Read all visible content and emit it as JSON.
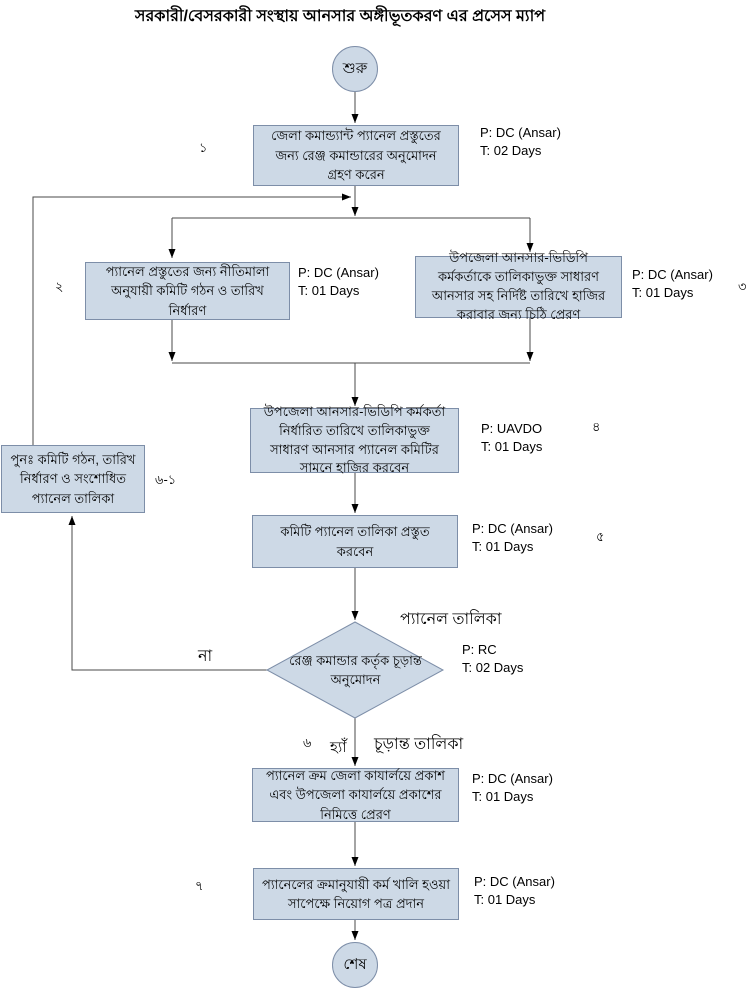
{
  "title": "সরকারী/বেসরকারী সংস্থায় আনসার অঙ্গীভূতকরণ এর প্রসেস ম্যাপ",
  "colors": {
    "node_fill": "#cdd9e6",
    "node_border": "#7d8ea8",
    "line": "#4a4a4a",
    "arrow": "#000000"
  },
  "start_label": "শুরু",
  "end_label": "শেষ",
  "steps": {
    "s1": {
      "num": "১",
      "text": "জেলা কমান্ড্যান্ট প্যানেল প্রস্তুতের জন্য রেঞ্জ কমান্ডারের অনুমোদন গ্রহণ করেন",
      "p": "P: DC (Ansar)",
      "t": "T: 02 Days"
    },
    "s2": {
      "num": "২",
      "text": "প্যানেল প্রস্তুতের জন্য নীতিমালা অনুযায়ী কমিটি গঠন ও তারিখ নির্ধারণ",
      "p": "P: DC (Ansar)",
      "t": "T: 01 Days"
    },
    "s3": {
      "num": "৩",
      "text": "উপজেলা আনসার-ভিডিপি কর্মকর্তাকে তালিকাভুক্ত সাধারণ আনসার সহ নির্দিষ্ট তারিখে হাজির করাবার জন্য চিঠি প্রেরণ",
      "p": "P: DC (Ansar)",
      "t": "T: 01 Days"
    },
    "s4": {
      "num": "৪",
      "text": "উপজেলা আনসার-ভিডিপি কর্মকর্তা নির্ধারিত তারিখে তালিকাভুক্ত সাধারণ আনসার প্যানেল কমিটির সামনে হাজির করবেন",
      "p": "P: UAVDO",
      "t": "T: 01 Days"
    },
    "s5": {
      "num": "৫",
      "text": "কমিটি প্যানেল তালিকা প্রস্তুত করবেন",
      "p": "P: DC (Ansar)",
      "t": "T: 01 Days"
    },
    "decision": {
      "text": "রেঞ্জ কমান্ডার কর্তৃক চূড়ান্ত অনুমোদন",
      "p": "P: RC",
      "t": "T: 02 Days"
    },
    "rework": {
      "num": "৬-১",
      "text": "পুনঃ  কমিটি গঠন, তারিখ নির্ধারণ ও সংশোধিত প্যানেল তালিকা"
    },
    "s6": {
      "num": "৬",
      "text": "প্যানেল ক্রম জেলা কাযার্লয়ে প্রকাশ এবং উপজেলা কাযার্লয়ে প্রকাশের নিমিত্তে প্রেরণ",
      "p": "P: DC (Ansar)",
      "t": "T: 01 Days"
    },
    "s7": {
      "num": "৭",
      "text": "প্যানেলের ক্রমানুযায়ী কর্ম খালি হওয়া সাপেক্ষে নিয়োগ পত্র প্রদান",
      "p": "P: DC (Ansar)",
      "t": "T: 01 Days"
    }
  },
  "labels": {
    "panel_list": "প্যানেল তালিকা",
    "final_list": "চূড়ান্ত তালিকা",
    "no": "না",
    "yes": "হ্যাঁ"
  }
}
